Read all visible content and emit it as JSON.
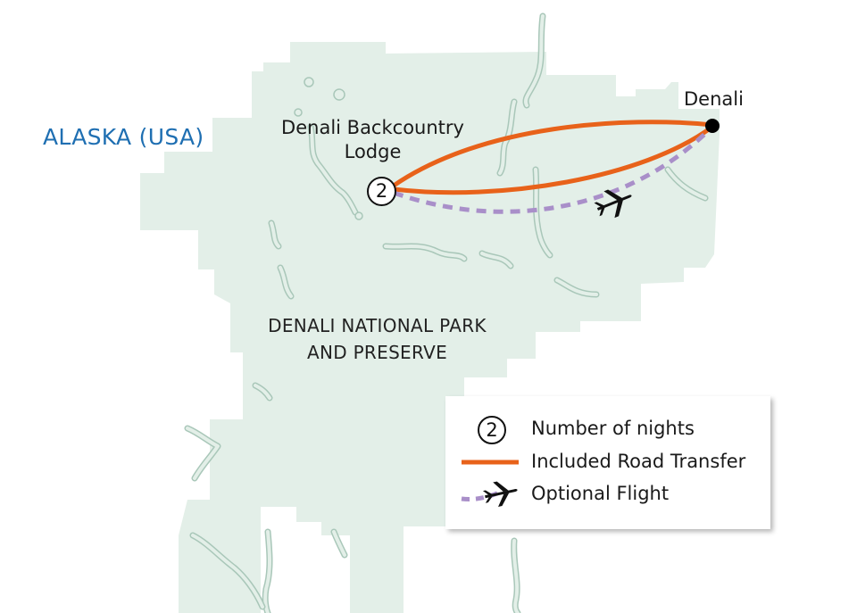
{
  "map": {
    "region_label": "ALASKA (USA)",
    "park_label_line1": "DENALI NATIONAL PARK",
    "park_label_line2": "AND PRESERVE",
    "colors": {
      "park_fill": "#e3efe8",
      "water": "#e3efe8",
      "water_outline": "#a9c7b9",
      "road": "#e8621a",
      "flight": "#a98fc9",
      "marker": "#000000",
      "region_label": "#1f6fb2"
    },
    "locations": [
      {
        "id": "lodge",
        "name_line1": "Denali Backcountry",
        "name_line2": "Lodge",
        "nights": "2",
        "marker": "nights-badge"
      },
      {
        "id": "denali",
        "name": "Denali",
        "marker": "black-dot"
      }
    ],
    "routes": [
      {
        "type": "road",
        "from": "Denali",
        "to": "Denali Backcountry Lodge",
        "style": "solid-orange"
      },
      {
        "type": "road",
        "from": "Denali Backcountry Lodge",
        "to": "Denali",
        "style": "solid-orange"
      },
      {
        "type": "flight",
        "from": "Denali Backcountry Lodge",
        "to": "Denali",
        "style": "dashed-purple",
        "icon": "airplane-icon"
      }
    ]
  },
  "legend": {
    "items": [
      {
        "symbol": "nights-badge",
        "badge_text": "2",
        "label": "Number of nights"
      },
      {
        "symbol": "road-line",
        "label": "Included Road Transfer"
      },
      {
        "symbol": "flight-line",
        "icon": "airplane-icon",
        "label": "Optional Flight"
      }
    ]
  }
}
